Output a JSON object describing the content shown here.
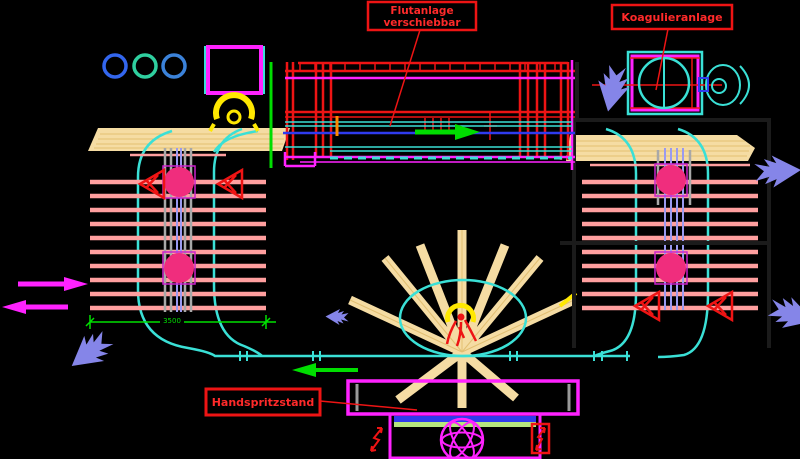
{
  "diagram": {
    "type": "cad-plant-layout",
    "background": "#000000",
    "labels": {
      "flutanlage": {
        "line1": "Flutanlage",
        "line2": "verschiebbar"
      },
      "koagulieranlage": {
        "text": "Koagulieranlage"
      },
      "handspritzstand": {
        "text": "Handspritzstand"
      }
    },
    "dimensions": {
      "rack_width": "3500"
    },
    "icons": {
      "flow_splat_arrow": "hatched-flow-arrow",
      "lightning_arrow": "zigzag-power-arrow",
      "operator": "operator-figure",
      "hook": "hoist-hook",
      "fan": "exhaust-fan-wheel"
    },
    "colors": {
      "label_red": "#ff2a2a",
      "machine_red": "#ee1414",
      "magenta": "#ff22ff",
      "cyan_track": "#3ae0d6",
      "blue_line": "#2f3bee",
      "green": "#00dd00",
      "tan": "#f5dca3",
      "salmon": "#ff9f9f",
      "pink_wheel": "#f02d7d",
      "purple_arrow": "#8585e8",
      "yellow": "#ffe800",
      "gray": "#a8a8a8"
    }
  }
}
